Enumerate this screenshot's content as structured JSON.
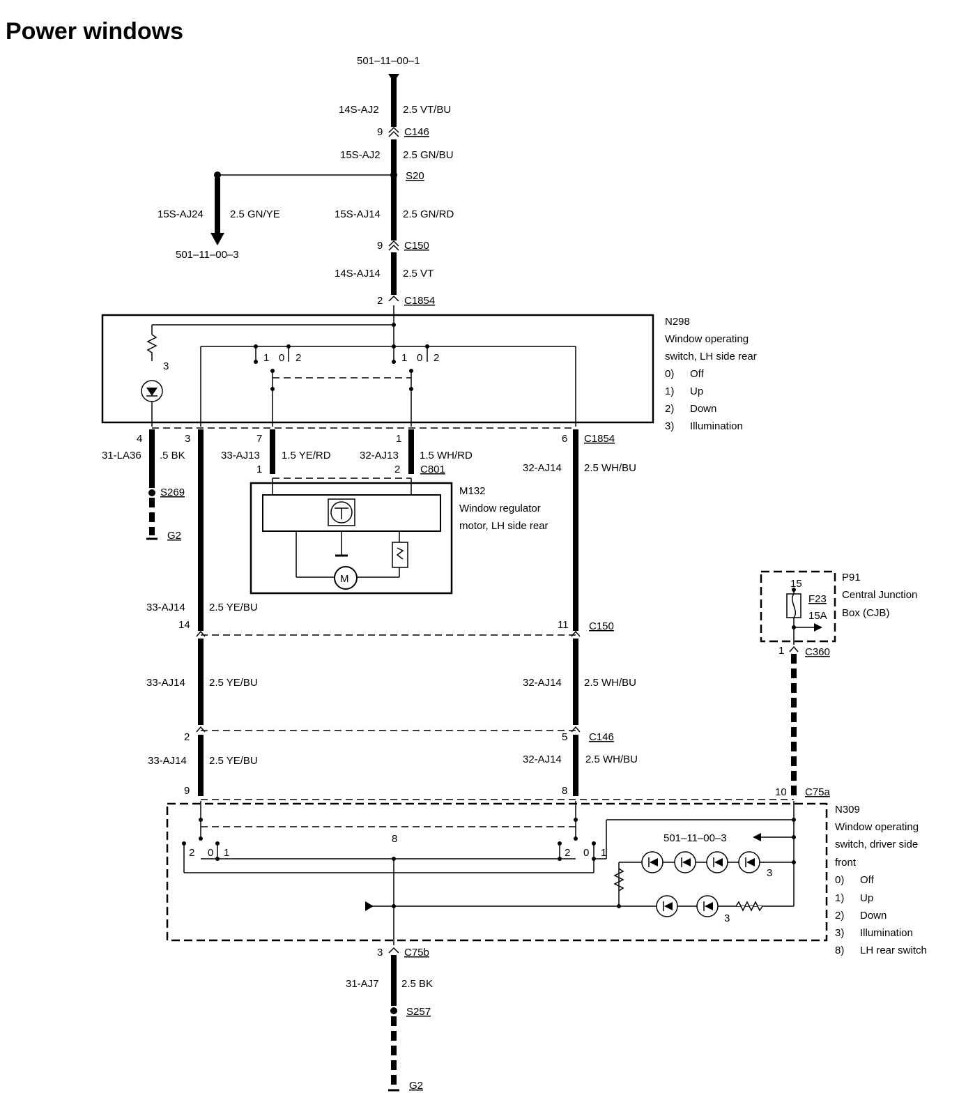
{
  "title": "Power windows",
  "refs": {
    "top": "501–11–00–1",
    "branch": "501–11–00–3",
    "n309_ref": "501–11–00–3"
  },
  "wires": {
    "w1_code": "14S-AJ2",
    "w1_spec": "2.5 VT/BU",
    "w2_code": "15S-AJ2",
    "w2_spec": "2.5 GN/BU",
    "w3_code": "15S-AJ24",
    "w3_spec": "2.5 GN/YE",
    "w4_code": "15S-AJ14",
    "w4_spec": "2.5 GN/RD",
    "w5_code": "14S-AJ14",
    "w5_spec": "2.5 VT",
    "w6_code": "31-LA36",
    "w6_spec": ".5 BK",
    "w7_code": "33-AJ13",
    "w7_spec": "1.5 YE/RD",
    "w8_code": "32-AJ13",
    "w8_spec": "1.5 WH/RD",
    "w9_code": "32-AJ14",
    "w9_spec": "2.5 WH/BU",
    "w10_code": "33-AJ14",
    "w10_spec": "2.5 YE/BU",
    "w11_code": "33-AJ14",
    "w11_spec": "2.5 YE/BU",
    "w12_code": "32-AJ14",
    "w12_spec": "2.5 WH/BU",
    "w13_code": "33-AJ14",
    "w13_spec": "2.5 YE/BU",
    "w14_code": "32-AJ14",
    "w14_spec": "2.5 WH/BU",
    "w15_code": "31-AJ7",
    "w15_spec": "2.5 BK"
  },
  "connectors": {
    "c146_top": "C146",
    "s20": "S20",
    "c150_top": "C150",
    "c1854_top": "C1854",
    "c1854_bot": "C1854",
    "c801": "C801",
    "s269": "S269",
    "g2_left": "G2",
    "c150_mid": "C150",
    "c146_mid": "C146",
    "c360": "C360",
    "c75a": "C75a",
    "c75b": "C75b",
    "s257": "S257",
    "g2_bottom": "G2",
    "f23": "F23",
    "f23_rating": "15A"
  },
  "pins": {
    "p9a": "9",
    "p9b": "9",
    "p2top": "2",
    "p4": "4",
    "p3": "3",
    "p7": "7",
    "p1a": "1",
    "p6": "6",
    "p1b": "1",
    "p2c": "2",
    "p14": "14",
    "p11": "11",
    "p2d": "2",
    "p5": "5",
    "p9c": "9",
    "p8": "8",
    "p10": "10",
    "p1c": "1",
    "p15": "15",
    "p3b": "3"
  },
  "switch_marks": {
    "n298_a1": "1",
    "n298_a0": "0",
    "n298_a2": "2",
    "n298_b1": "1",
    "n298_b0": "0",
    "n298_b2": "2",
    "n298_lamp": "3",
    "n309_a2": "2",
    "n309_a0": "0",
    "n309_a1": "1",
    "n309_b2": "2",
    "n309_b0": "0",
    "n309_b1": "1",
    "n309_eight": "8",
    "n309_leds_top": "3",
    "n309_leds_bot": "3"
  },
  "components": {
    "n298": {
      "id": "N298",
      "line1": "Window operating",
      "line2": "switch, LH side rear",
      "legend": [
        {
          "k": "0)",
          "v": "Off"
        },
        {
          "k": "1)",
          "v": "Up"
        },
        {
          "k": "2)",
          "v": "Down"
        },
        {
          "k": "3)",
          "v": "Illumination"
        }
      ]
    },
    "m132": {
      "id": "M132",
      "line1": "Window regulator",
      "line2": "motor, LH side rear",
      "motor": "M"
    },
    "p91": {
      "id": "P91",
      "line1": "Central Junction",
      "line2": "Box (CJB)"
    },
    "n309": {
      "id": "N309",
      "line1": "Window operating",
      "line2": "switch, driver side",
      "line3": "front",
      "legend": [
        {
          "k": "0)",
          "v": "Off"
        },
        {
          "k": "1)",
          "v": "Up"
        },
        {
          "k": "2)",
          "v": "Down"
        },
        {
          "k": "3)",
          "v": "Illumination"
        },
        {
          "k": "8)",
          "v": "LH rear switch"
        }
      ]
    }
  }
}
